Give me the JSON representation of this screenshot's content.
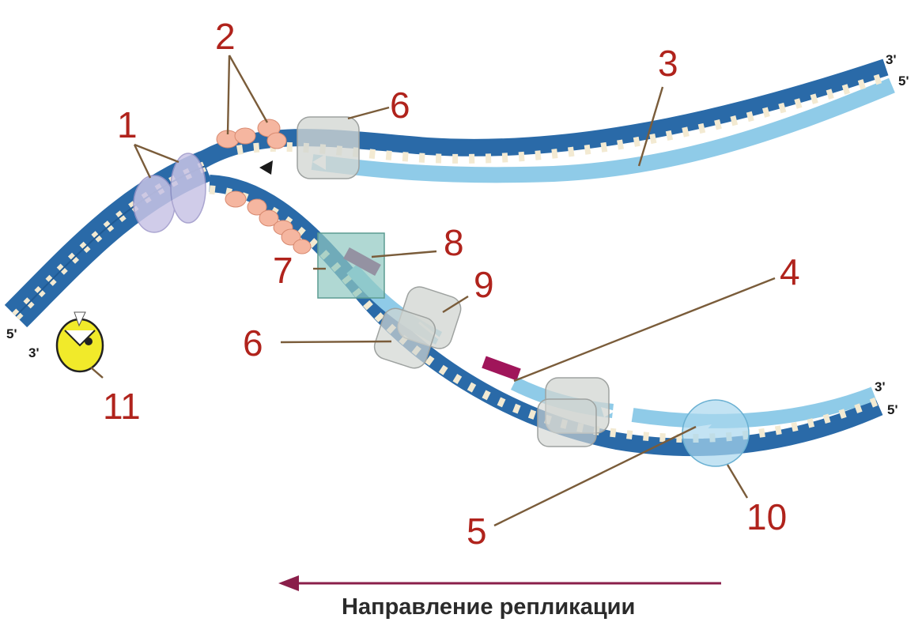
{
  "labels": {
    "n1": "1",
    "n2": "2",
    "n3": "3",
    "n4": "4",
    "n5": "5",
    "n6a": "6",
    "n6b": "6",
    "n7": "7",
    "n8": "8",
    "n9": "9",
    "n10": "10",
    "n11": "11"
  },
  "strand_ends": {
    "top_right_3": "3'",
    "top_right_5": "5'",
    "left_5": "5'",
    "left_3": "3'",
    "bottom_right_3": "3'",
    "bottom_right_5": "5'"
  },
  "caption": "Направление репликации",
  "colors": {
    "parent_strand": "#2a6aa8",
    "new_strand": "#8fcbe8",
    "rungs": "#f3ead2",
    "label_red": "#b0231c",
    "primer": "#a0155a",
    "helicase": "#c8c4e6",
    "ssb": "#f5b6a0",
    "polymerase": "#d2d6d2",
    "primase": "#8ec8c0",
    "ligase": "#a9d7ee",
    "topoisomerase": "#f1ea2a",
    "direction_arrow": "#8a1f4a"
  }
}
